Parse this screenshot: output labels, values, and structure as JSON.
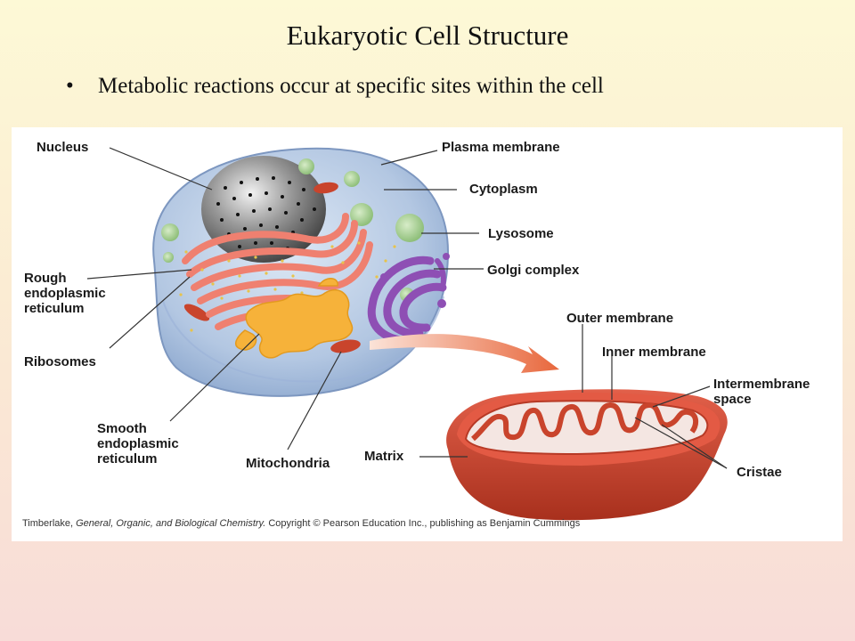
{
  "slide": {
    "title": "Eukaryotic Cell Structure",
    "bullet": "•",
    "bullet_text": "Metabolic reactions occur at specific sites within the cell"
  },
  "figure": {
    "labels": {
      "nucleus": "Nucleus",
      "plasma_membrane": "Plasma membrane",
      "cytoplasm": "Cytoplasm",
      "lysosome": "Lysosome",
      "golgi_complex": "Golgi complex",
      "rough_er": "Rough\nendoplasmic\nreticulum",
      "ribosomes": "Ribosomes",
      "smooth_er": "Smooth\nendoplasmic\nreticulum",
      "mitochondria": "Mitochondria",
      "outer_membrane": "Outer membrane",
      "inner_membrane": "Inner membrane",
      "intermembrane_space": "Intermembrane\nspace",
      "matrix": "Matrix",
      "cristae": "Cristae"
    },
    "credit": {
      "author": "Timberlake, ",
      "book": "General, Organic, and Biological Chemistry.",
      "rest": " Copyright © Pearson Education Inc., publishing as Benjamin Cummings"
    }
  },
  "colors": {
    "cell_body": "#a9bfdc",
    "nucleus": "#555555",
    "rough_er": "#f1877a",
    "smooth_er": "#f6b23a",
    "golgi": "#8e4fb4",
    "lysosome": "#9fc98c",
    "mitochondrion": "#c9442c",
    "arrow": "#e8673c"
  }
}
